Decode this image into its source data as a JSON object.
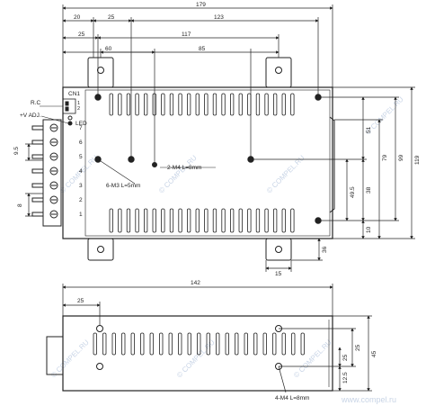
{
  "top_view": {
    "dims_top": [
      "179",
      "20",
      "25",
      "123",
      "25",
      "117",
      "60",
      "85"
    ],
    "dims_right": [
      "119",
      "99",
      "79",
      "51",
      "38",
      "49.5",
      "10",
      "36"
    ],
    "dims_bottom": [
      "15"
    ],
    "dims_left": [
      "9.5",
      "8"
    ],
    "labels": {
      "rc": "R.C",
      "vadj": "+V ADJ.",
      "cn1": "CN1",
      "pin1": "1",
      "pin2": "2",
      "led": "LED",
      "screw_m3": "6-M3 L=5mm",
      "screw_m4": "2-M4 L=8mm"
    },
    "terminal_numbers": [
      "7",
      "6",
      "5",
      "4",
      "3",
      "2",
      "1"
    ]
  },
  "side_view": {
    "dims_top": [
      "142",
      "25"
    ],
    "dims_right": [
      "45",
      "25",
      "25",
      "12.5"
    ],
    "labels": {
      "screw_m4": "4-M4 L=8mm"
    }
  },
  "watermarks": [
    "© COMPEL.RU",
    "www.compel.ru"
  ]
}
